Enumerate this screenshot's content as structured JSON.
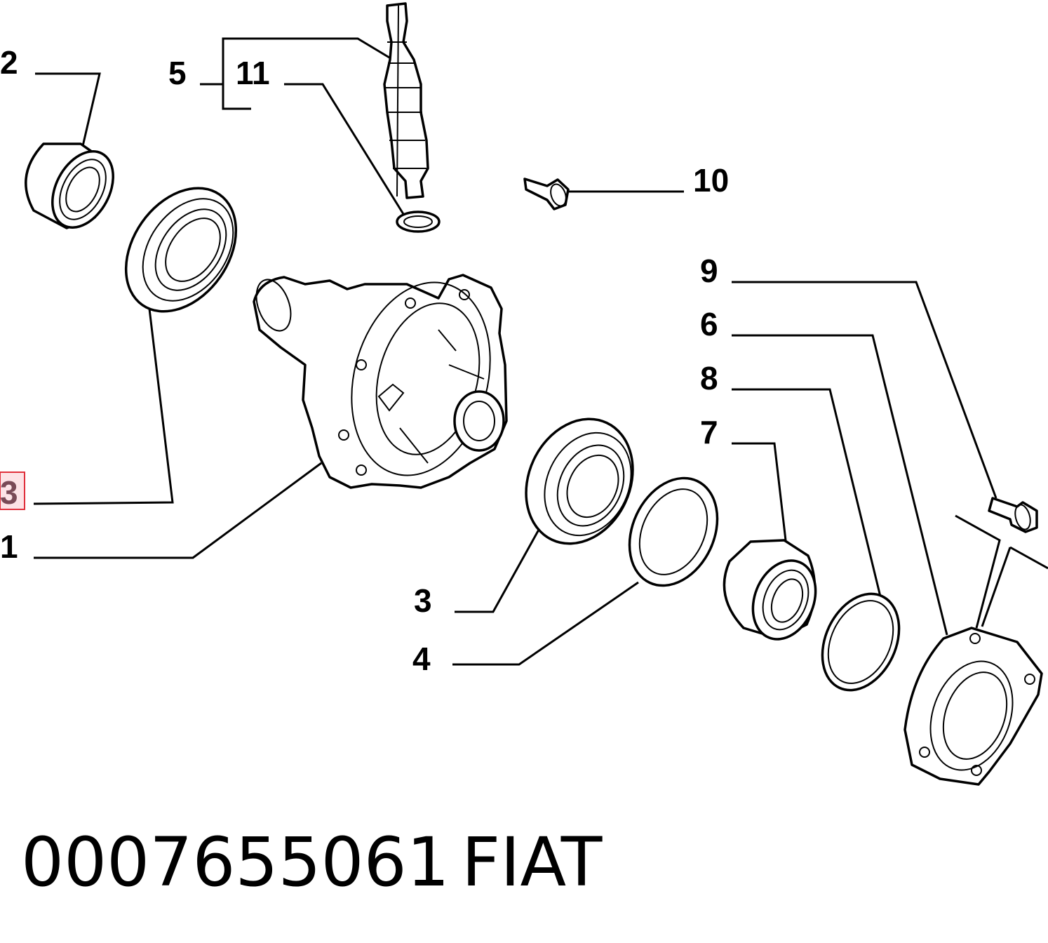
{
  "labels": {
    "l1": "1",
    "l2": "2",
    "l3_left": "3",
    "l3_right": "3",
    "l4": "4",
    "l5": "5",
    "l6": "6",
    "l7": "7",
    "l8": "8",
    "l9": "9",
    "l10": "10",
    "l11": "11"
  },
  "caption": {
    "part_number": "0007655061",
    "brand": "FIAT"
  },
  "colors": {
    "line": "#000000",
    "highlight_fill": "#fde3e6",
    "highlight_stroke": "#e0303c"
  }
}
